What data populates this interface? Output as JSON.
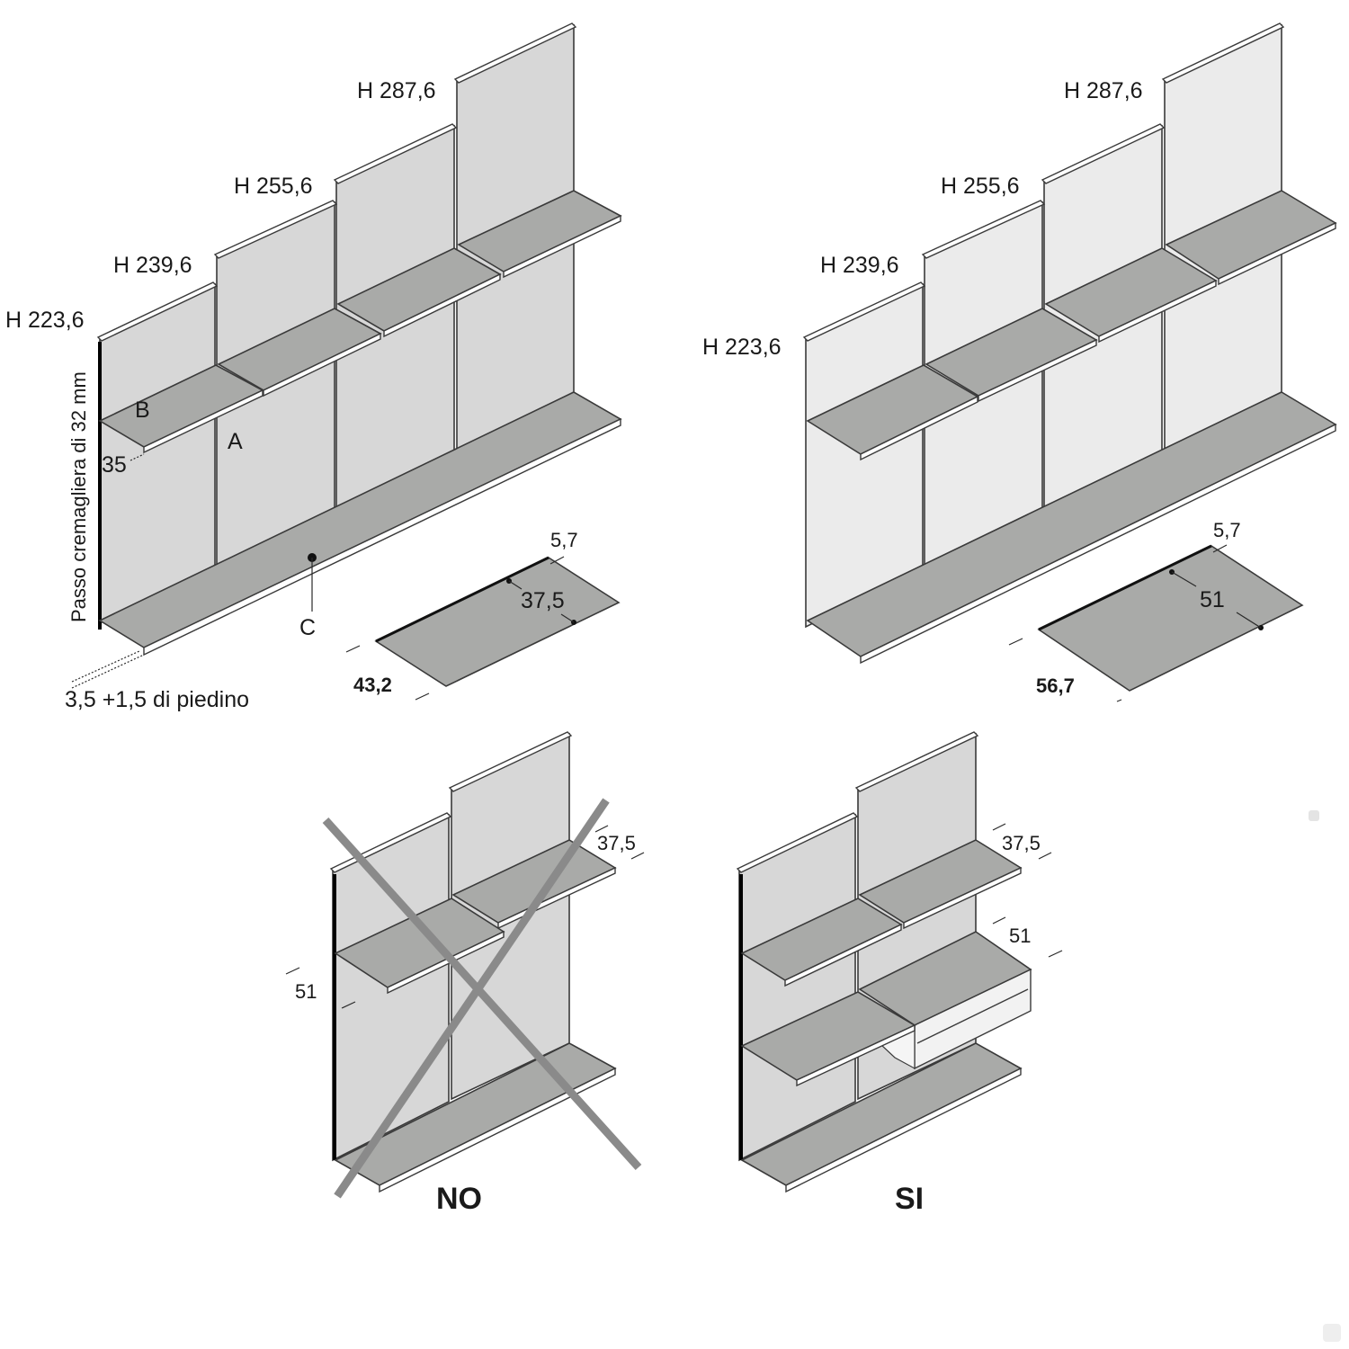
{
  "diagram_top_left": {
    "heights": [
      "H 223,6",
      "H 239,6",
      "H 255,6",
      "H 287,6"
    ],
    "vertical_label": "Passo cremagliera di 32 mm",
    "marker_b": "B",
    "marker_a": "A",
    "marker_c": "C",
    "dim_35": "35",
    "foot_label": "3,5 +1,5 di piedino",
    "shelf_depth": "43,2",
    "shelf_inset": "5,7",
    "shelf_span": "37,5"
  },
  "diagram_top_right": {
    "heights": [
      "H 223,6",
      "H 239,6",
      "H 255,6",
      "H 287,6"
    ],
    "shelf_depth": "56,7",
    "shelf_inset": "5,7",
    "shelf_span": "51"
  },
  "diagram_bottom_left": {
    "dim_upper": "37,5",
    "dim_left": "51",
    "verdict": "NO"
  },
  "diagram_bottom_right": {
    "dim_upper": "37,5",
    "dim_middle": "51",
    "verdict": "SI"
  }
}
